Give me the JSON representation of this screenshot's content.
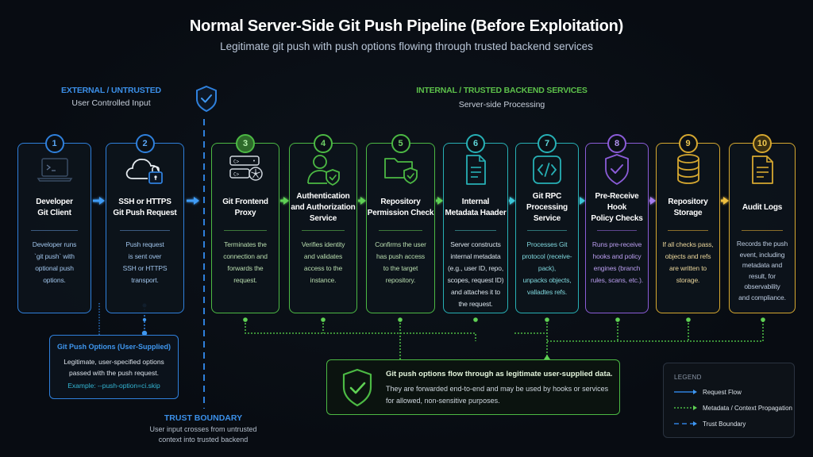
{
  "header": {
    "title": "Normal Server-Side Git Push Pipeline (Before Exploitation)",
    "subtitle": "Legitimate git push with push options flowing through trusted backend services"
  },
  "zones": {
    "external": {
      "label": "EXTERNAL / UNTRUSTED",
      "sublabel": "User Controlled Input",
      "color": "#3b8fe8"
    },
    "internal": {
      "label": "INTERNAL / TRUSTED BACKEND SERVICES",
      "sublabel": "Server-side Processing",
      "color": "#5cc04a"
    }
  },
  "cards": [
    {
      "number": "1",
      "title": "Developer\nGit Client",
      "description": "Developer runs\n`git push` with\noptional push\noptions.",
      "icon": "laptop-terminal-icon",
      "color": "#2f80dc"
    },
    {
      "number": "2",
      "title": "SSH or HTTPS\nGit Push Request",
      "description": "Push request\nis sent over\nSSH or HTTPS\ntransport.",
      "icon": "cloud-lock-icon",
      "color": "#2f80dc"
    },
    {
      "number": "3",
      "title": "Git Frontend\nProxy",
      "description": "Terminates the\nconnection and\nforwards the\nrequest.",
      "icon": "server-proxy-icon",
      "color": "#4cb944"
    },
    {
      "number": "4",
      "title": "Authentication\nand Authorization\nService",
      "description": "Verifies identity\nand validates\naccess to the\ninstance.",
      "icon": "user-shield-icon",
      "color": "#4cb944"
    },
    {
      "number": "5",
      "title": "Repository\nPermission Check",
      "description": "Confirms the user\nhas push access\nto the target\nrepository.",
      "icon": "folder-shield-icon",
      "color": "#4cb944"
    },
    {
      "number": "6",
      "title": "Internal\nMetadata Haader",
      "description": "Server constructs\ninternal metadata\n(e.g., user ID, repo,\nscopes, request ID)\nand attaches it to\nthe request.",
      "icon": "document-icon",
      "color": "#27b0b5"
    },
    {
      "number": "7",
      "title": "Git RPC\nProcessing Service",
      "description": "Processes Git\nprotocol (receive-pack),\nunpacks objects,\nvalladtes refs.",
      "icon": "code-icon",
      "color": "#27b0b5"
    },
    {
      "number": "8",
      "title": "Pre-Receive Hook\nPolicy Checks",
      "description": "Runs pre-receive\nhooks and policy\nengines (branch\nrules, scans, etc.).",
      "icon": "shield-check-icon",
      "color": "#8b5cd8"
    },
    {
      "number": "9",
      "title": "Repository\nStorage",
      "description": "If all checks pass,\nobjects and refs\nare written to\nstorage.",
      "icon": "database-icon",
      "color": "#d6a830"
    },
    {
      "number": "10",
      "title": "Audit Logs",
      "description": "Records the push\nevent, including\nmetadata and\nresult, for\nobservability\nand compliance.",
      "icon": "log-document-icon",
      "color": "#d6a830"
    }
  ],
  "push_options": {
    "title": "Git Push Options (User-Supplied)",
    "description": "Legitimate, user-specified options\npassed with the push request.",
    "example": "Example: --push-option=ci.skip"
  },
  "trust_boundary": {
    "label": "TRUST BOUNDARY",
    "description": "User input crosses from untrusted\ncontext into trusted backend"
  },
  "note": {
    "title": "Git push options flow through as legitimate user-supplied data.",
    "description": "They are forwarded end-to-end and may be used by hooks or services\nfor allowed, non-sensitive purposes."
  },
  "legend": {
    "title": "LEGEND",
    "items": [
      {
        "label": "Request Flow",
        "style": "solid",
        "color": "#2f80dc"
      },
      {
        "label": "Metadata / Context Propagation",
        "style": "dotted",
        "color": "#4cb944"
      },
      {
        "label": "Trust Boundary",
        "style": "dashed",
        "color": "#2f80dc"
      }
    ]
  }
}
